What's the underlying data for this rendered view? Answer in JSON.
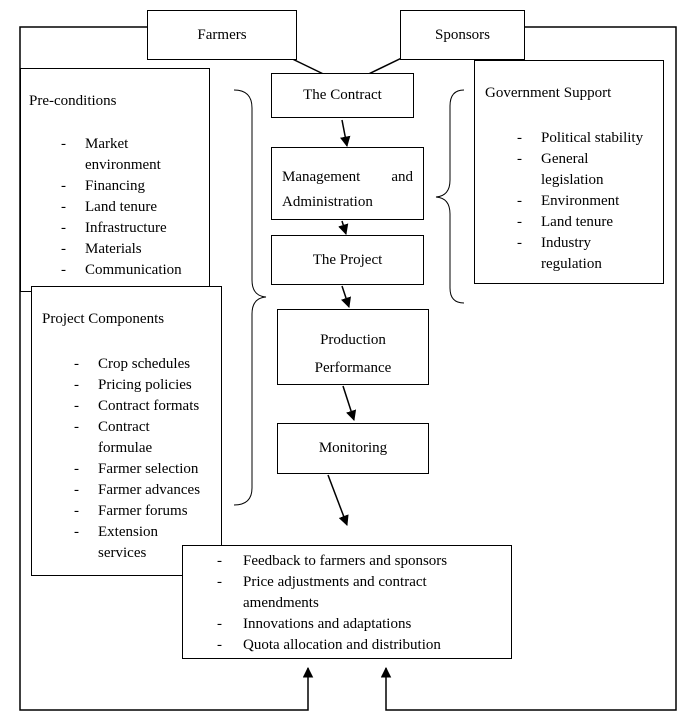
{
  "farmers": "Farmers",
  "sponsors": "Sponsors",
  "contract": "The Contract",
  "management": {
    "line1_left": "Management",
    "line1_right": "and",
    "line2": "Administration"
  },
  "project": "The Project",
  "production": {
    "line1": "Production",
    "line2": "Performance"
  },
  "monitoring": "Monitoring",
  "preconditions": {
    "title": "Pre-conditions",
    "items": [
      "Market environment",
      "Financing",
      "Land tenure",
      "Infrastructure",
      "Materials",
      "Communication"
    ]
  },
  "project_components": {
    "title": "Project Components",
    "items": [
      "Crop schedules",
      "Pricing policies",
      "Contract formats",
      "Contract formulae",
      "Farmer selection",
      "Farmer advances",
      "Farmer forums",
      "Extension services"
    ]
  },
  "government_support": {
    "title": "Government Support",
    "items": [
      "Political stability",
      "General legislation",
      "Environment",
      "Land tenure",
      "Industry regulation"
    ]
  },
  "feedback": {
    "items": [
      "Feedback to farmers and sponsors",
      "Price adjustments and contract amendments",
      "Innovations and adaptations",
      "Quota allocation and distribution"
    ]
  }
}
